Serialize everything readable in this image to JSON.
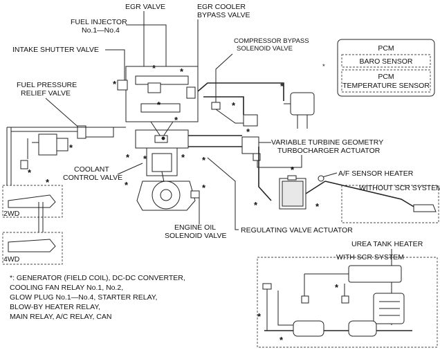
{
  "labels": {
    "egr_valve": "EGR VALVE",
    "egr_cooler_line1": "EGR COOLER",
    "egr_cooler_line2": "BYPASS VALVE",
    "fuel_injector_line1": "FUEL INJECTOR",
    "fuel_injector_line2": "No.1—No.4",
    "intake_shutter": "INTAKE SHUTTER VALVE",
    "compressor_line1": "COMPRESSOR BYPASS",
    "compressor_line2": "SOLENOID VALVE",
    "fuel_pressure_line1": "FUEL PRESSURE",
    "fuel_pressure_line2": "RELIEF VALVE",
    "vgt_line1": "VARIABLE TURBINE GEOMETRY",
    "vgt_line2": "TURBOCHARGER ACTUATOR",
    "coolant_line1": "COOLANT",
    "coolant_line2": "CONTROL VALVE",
    "af_sensor": "A/F SENSOR HEATER",
    "without_scr": "WITHOUT SCR SYSTEM",
    "engine_oil_line1": "ENGINE OIL",
    "engine_oil_line2": "SOLENOID VALVE",
    "regulating": "REGULATING VALVE ACTUATOR",
    "urea_tank": "UREA TANK HEATER",
    "with_scr": "WITH SCR SYSTEM",
    "twowd": "2WD",
    "fourwd": "4WD"
  },
  "pcm_box": {
    "title": "PCM",
    "baro": "BARO SENSOR",
    "temp_line1": "PCM",
    "temp_line2": "TEMPERATURE SENSOR",
    "marker": "*"
  },
  "footnote": {
    "line1": "*: GENERATOR (FIELD COIL), DC-DC CONVERTER,",
    "line2": "COOLING FAN RELAY No.1, No.2,",
    "line3": "GLOW PLUG No.1—No.4, STARTER RELAY,",
    "line4": "BLOW-BY HEATER RELAY,",
    "line5": "MAIN RELAY, A/C RELAY, CAN"
  },
  "asterisk": "*"
}
